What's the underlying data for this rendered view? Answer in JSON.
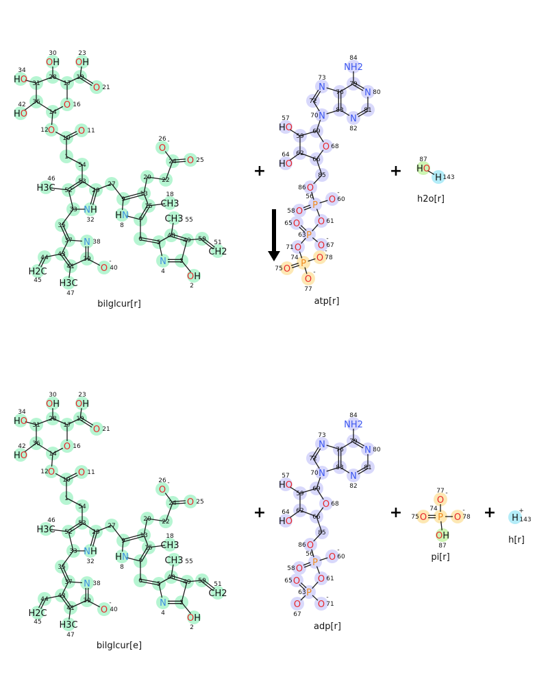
{
  "reaction": {
    "operators": {
      "plus": "+"
    },
    "direction": "forward",
    "colors": {
      "bond": "#1a1a1a",
      "oxygen": "#e8262b",
      "nitrogen_bilin": "#3d8fe0",
      "nitrogen_adenine": "#3a55f0",
      "phosphorus": "#f08a1c",
      "halo_bilglcur": "#b6f5d2",
      "halo_nucleotide": "#d8d8fb",
      "halo_phosphate": "#fde8b4",
      "halo_water_o": "#cdf5b3",
      "halo_proton": "#b3ecf8",
      "arrow": "#000000"
    }
  },
  "molecules": {
    "bilglcur_r": {
      "name": "bilglcur[r]",
      "atoms": [
        {
          "sym": "OH",
          "num": "30"
        },
        {
          "sym": "OH",
          "num": "23"
        },
        {
          "sym": "HO",
          "num": "34"
        },
        {
          "sym": "",
          "num": "31"
        },
        {
          "sym": "",
          "num": "28"
        },
        {
          "sym": "",
          "num": "17"
        },
        {
          "sym": "",
          "num": "19"
        },
        {
          "sym": "O",
          "num": "21"
        },
        {
          "sym": "O",
          "num": "16"
        },
        {
          "sym": "",
          "num": "36"
        },
        {
          "sym": "HO",
          "num": "42"
        },
        {
          "sym": "",
          "num": "14"
        },
        {
          "sym": "O",
          "num": "12"
        },
        {
          "sym": "",
          "num": "10"
        },
        {
          "sym": "O",
          "num": "11"
        },
        {
          "sym": "",
          "num": "1"
        },
        {
          "sym": "",
          "num": "54"
        },
        {
          "sym": "",
          "num": "53"
        },
        {
          "sym": "",
          "num": "52"
        },
        {
          "sym": "H3C",
          "num": "46"
        },
        {
          "sym": "",
          "num": "29"
        },
        {
          "sym": "NH",
          "num": "32"
        },
        {
          "sym": "",
          "num": "33"
        },
        {
          "sym": "",
          "num": "35"
        },
        {
          "sym": "",
          "num": "37"
        },
        {
          "sym": "N",
          "num": "38"
        },
        {
          "sym": "",
          "num": "39"
        },
        {
          "sym": "O",
          "num": "40",
          "charge": "-"
        },
        {
          "sym": "",
          "num": "43"
        },
        {
          "sym": "",
          "num": "41"
        },
        {
          "sym": "H3C",
          "num": "47"
        },
        {
          "sym": "",
          "num": "44"
        },
        {
          "sym": "H2C",
          "num": "45"
        },
        {
          "sym": "",
          "num": "27"
        },
        {
          "sym": "",
          "num": "9"
        },
        {
          "sym": "HN",
          "num": "8"
        },
        {
          "sym": "",
          "num": "7"
        },
        {
          "sym": "",
          "num": "15"
        },
        {
          "sym": "",
          "num": "13"
        },
        {
          "sym": "",
          "num": "20"
        },
        {
          "sym": "",
          "num": "22"
        },
        {
          "sym": "",
          "num": "24"
        },
        {
          "sym": "O",
          "num": "26",
          "charge": "-"
        },
        {
          "sym": "O",
          "num": "25"
        },
        {
          "sym": "CH3",
          "num": "18"
        },
        {
          "sym": "CH3",
          "num": "55"
        },
        {
          "sym": "",
          "num": "6"
        },
        {
          "sym": "",
          "num": "5"
        },
        {
          "sym": "N",
          "num": "4"
        },
        {
          "sym": "",
          "num": "3"
        },
        {
          "sym": "OH",
          "num": "2"
        },
        {
          "sym": "",
          "num": "49"
        },
        {
          "sym": "",
          "num": "48"
        },
        {
          "sym": "",
          "num": "50"
        },
        {
          "sym": "CH2",
          "num": "51"
        }
      ]
    },
    "atp_r": {
      "name": "atp[r]",
      "atoms": [
        {
          "sym": "NH2",
          "num": "84"
        },
        {
          "sym": "",
          "num": "79"
        },
        {
          "sym": "N",
          "num": "80"
        },
        {
          "sym": "",
          "num": "81"
        },
        {
          "sym": "N",
          "num": "82"
        },
        {
          "sym": "",
          "num": "83"
        },
        {
          "sym": "",
          "num": "76"
        },
        {
          "sym": "N",
          "num": "73"
        },
        {
          "sym": "",
          "num": "72"
        },
        {
          "sym": "N",
          "num": "70"
        },
        {
          "sym": "",
          "num": "69"
        },
        {
          "sym": "O",
          "num": "68"
        },
        {
          "sym": "",
          "num": "66"
        },
        {
          "sym": "",
          "num": "62"
        },
        {
          "sym": "",
          "num": "59"
        },
        {
          "sym": "HO",
          "num": "57"
        },
        {
          "sym": "HO",
          "num": "64"
        },
        {
          "sym": "",
          "num": "85"
        },
        {
          "sym": "O",
          "num": "86"
        },
        {
          "sym": "P",
          "num": "56"
        },
        {
          "sym": "O",
          "num": "60",
          "charge": "-"
        },
        {
          "sym": "O",
          "num": "58"
        },
        {
          "sym": "O",
          "num": "61"
        },
        {
          "sym": "P",
          "num": "63"
        },
        {
          "sym": "O",
          "num": "65"
        },
        {
          "sym": "O",
          "num": "67",
          "charge": "-"
        },
        {
          "sym": "O",
          "num": "71"
        },
        {
          "sym": "P",
          "num": "74"
        },
        {
          "sym": "O",
          "num": "75"
        },
        {
          "sym": "O",
          "num": "78",
          "charge": "-"
        },
        {
          "sym": "O",
          "num": "77",
          "charge": "-"
        }
      ]
    },
    "h2o_r": {
      "name": "h2o[r]",
      "atoms": [
        {
          "sym": "HO",
          "num": "87"
        },
        {
          "sym": "H",
          "num": "143"
        }
      ]
    },
    "bilglcur_e": {
      "name": "bilglcur[e]"
    },
    "adp_r": {
      "name": "adp[r]",
      "atoms": [
        {
          "sym": "NH2",
          "num": "84"
        },
        {
          "sym": "",
          "num": "79"
        },
        {
          "sym": "N",
          "num": "80"
        },
        {
          "sym": "",
          "num": "81"
        },
        {
          "sym": "N",
          "num": "82"
        },
        {
          "sym": "",
          "num": "83"
        },
        {
          "sym": "",
          "num": "76"
        },
        {
          "sym": "N",
          "num": "73"
        },
        {
          "sym": "",
          "num": "72"
        },
        {
          "sym": "N",
          "num": "70"
        },
        {
          "sym": "",
          "num": "69"
        },
        {
          "sym": "O",
          "num": "68"
        },
        {
          "sym": "",
          "num": "66"
        },
        {
          "sym": "",
          "num": "62"
        },
        {
          "sym": "",
          "num": "59"
        },
        {
          "sym": "HO",
          "num": "57"
        },
        {
          "sym": "HO",
          "num": "64"
        },
        {
          "sym": "",
          "num": "85"
        },
        {
          "sym": "O",
          "num": "86"
        },
        {
          "sym": "P",
          "num": "56"
        },
        {
          "sym": "O",
          "num": "60",
          "charge": "-"
        },
        {
          "sym": "O",
          "num": "58"
        },
        {
          "sym": "O",
          "num": "61"
        },
        {
          "sym": "P",
          "num": "63"
        },
        {
          "sym": "O",
          "num": "65"
        },
        {
          "sym": "O",
          "num": "67",
          "charge": "-"
        },
        {
          "sym": "O",
          "num": "71",
          "charge": "-"
        }
      ]
    },
    "pi_r": {
      "name": "pi[r]",
      "atoms": [
        {
          "sym": "O",
          "num": "77",
          "charge": "-"
        },
        {
          "sym": "P",
          "num": "74"
        },
        {
          "sym": "O",
          "num": "75"
        },
        {
          "sym": "O",
          "num": "78",
          "charge": "-"
        },
        {
          "sym": "OH",
          "num": "87"
        }
      ]
    },
    "h_r": {
      "name": "h[r]",
      "atoms": [
        {
          "sym": "H",
          "num": "143",
          "charge": "+"
        }
      ]
    }
  }
}
